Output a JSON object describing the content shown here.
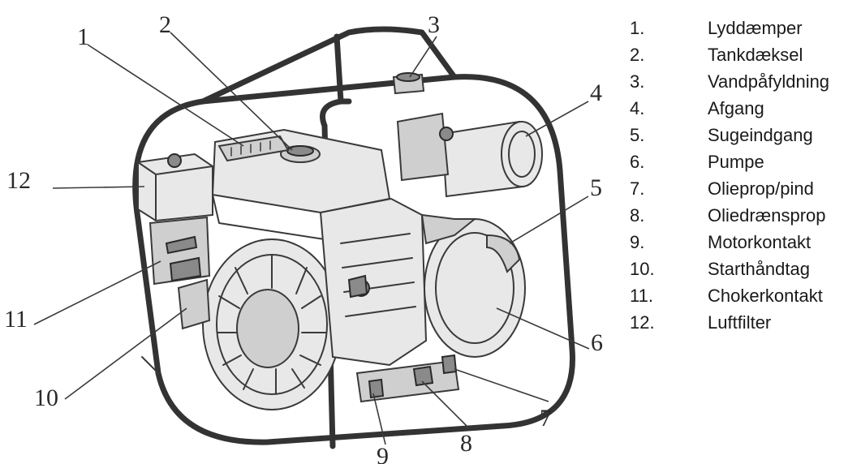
{
  "callouts": [
    "1",
    "2",
    "3",
    "4",
    "5",
    "6",
    "7",
    "8",
    "9",
    "10",
    "11",
    "12"
  ],
  "legend": [
    {
      "num": "1.",
      "label": "Lyddæmper"
    },
    {
      "num": "2.",
      "label": "Tankdæksel"
    },
    {
      "num": "3.",
      "label": "Vandpåfyldning"
    },
    {
      "num": "4.",
      "label": "Afgang"
    },
    {
      "num": "5.",
      "label": "Sugeindgang"
    },
    {
      "num": "6.",
      "label": "Pumpe"
    },
    {
      "num": "7.",
      "label": "Olieprop/pind"
    },
    {
      "num": "8.",
      "label": "Oliedrænsprop"
    },
    {
      "num": "9.",
      "label": "Motorkontakt"
    },
    {
      "num": "10.",
      "label": "Starthåndtag"
    },
    {
      "num": "11.",
      "label": "Chokerkontakt"
    },
    {
      "num": "12.",
      "label": "Luftfilter"
    }
  ]
}
